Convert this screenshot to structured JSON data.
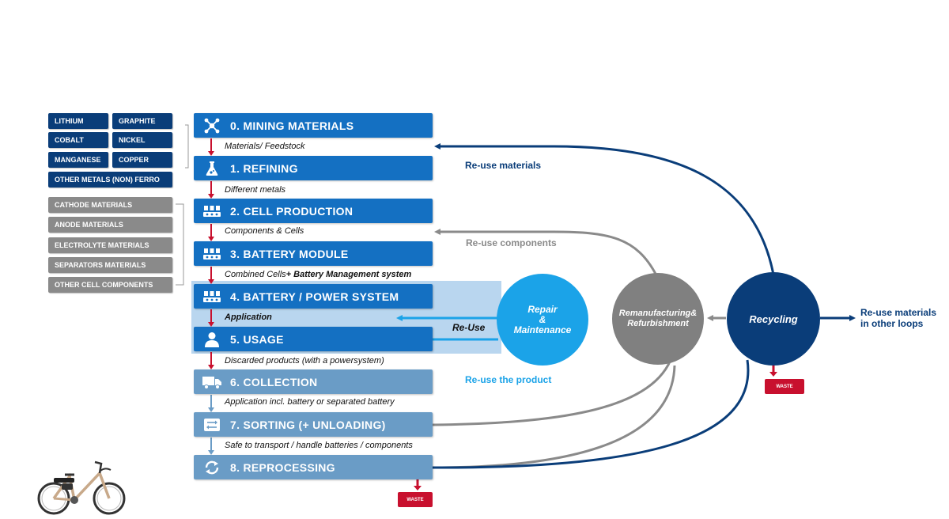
{
  "raw_materials": [
    "LITHIUM",
    "GRAPHITE",
    "COBALT",
    "NICKEL",
    "MANGANESE",
    "COPPER",
    "OTHER METALS (NON) FERRO"
  ],
  "cell_materials": [
    "CATHODE MATERIALS",
    "ANODE MATERIALS",
    "ELECTROLYTE MATERIALS",
    "SEPARATORS MATERIALS",
    "OTHER CELL COMPONENTS"
  ],
  "steps": [
    {
      "label": "0. MINING MATERIALS",
      "icon": "molecule-icon"
    },
    {
      "label": "1. REFINING",
      "icon": "flask-icon"
    },
    {
      "label": "2. CELL PRODUCTION",
      "icon": "factory-icon"
    },
    {
      "label": "3. BATTERY MODULE",
      "icon": "factory-icon"
    },
    {
      "label": "4. BATTERY / POWER SYSTEM",
      "icon": "factory-icon"
    },
    {
      "label": "5. USAGE",
      "icon": "user-icon"
    },
    {
      "label": "6. COLLECTION",
      "icon": "truck-icon"
    },
    {
      "label": "7. SORTING  (+ UNLOADING)",
      "icon": "sorting-icon"
    },
    {
      "label": "8. REPROCESSING",
      "icon": "cycle-icon"
    }
  ],
  "transitions": {
    "t0": "Materials/ Feedstock",
    "t1": "Different metals",
    "t2": "Components & Cells",
    "t3a": "Combined Cells",
    "t3b": "+ Battery Management system",
    "t4": "Application",
    "t5": "Discarded products (with a powersystem)",
    "t6": "Application incl. battery or separated battery",
    "t7": "Safe to transport / handle batteries / components"
  },
  "flows": {
    "reuse_materials": "Re-use materials",
    "reuse_components": "Re-use components",
    "reuse_product": "Re-use the product",
    "reuse": "Re-Use",
    "other_loops_1": "Re-use materials",
    "other_loops_2": "in other loops"
  },
  "circles": {
    "repair_1": "Repair",
    "repair_2": "&",
    "repair_3": "Maintenance",
    "reman_1": "Remanufacturing&",
    "reman_2": "Refurbishment",
    "recycling": "Recycling"
  },
  "waste_label": "WASTE",
  "colors": {
    "dark_navy": "#0a3d79",
    "step_blue": "#1470c2",
    "step_light": "#6a9cc6",
    "cyan": "#1ba3e8",
    "grey": "#8a8a8a",
    "red_arrow": "#c8102e",
    "highlight": "#b9d6ef"
  }
}
